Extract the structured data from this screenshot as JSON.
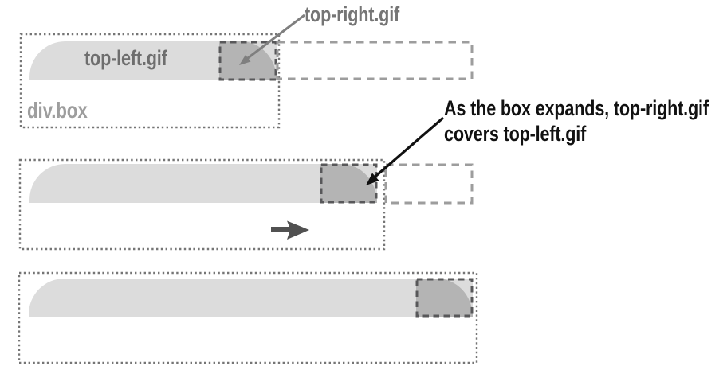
{
  "colors": {
    "bar_fill": "#dcdcdc",
    "corner_fill": "#b4b4b4",
    "dotted_border": "#757575",
    "dashed_dark": "#58585a",
    "dashed_light": "#9d9d9d",
    "arrow_gray": "#7f7f7f",
    "arrow_dark": "#515151",
    "annotation_text": "#111111",
    "label_dark_gray": "#6e6e6e",
    "label_light_gray": "#9e9e9e",
    "label_medium_gray": "#757575"
  },
  "diagram": {
    "corner_image_label": "top-right.gif",
    "bar_image_label": "top-left.gif",
    "box_selector_label": "div.box",
    "annotation": {
      "line1": "As the box expands, top-right.gif",
      "line2": "covers top-left.gif"
    }
  }
}
